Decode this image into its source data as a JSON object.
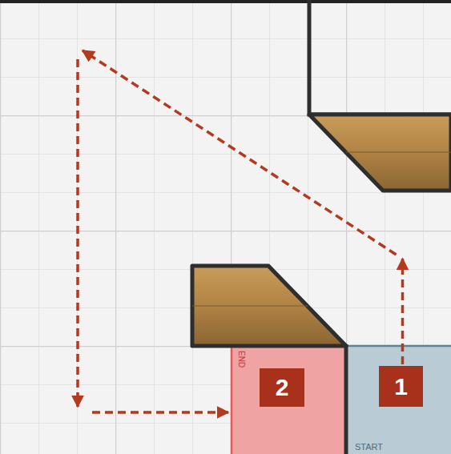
{
  "diagram": {
    "nodes": [
      {
        "text": [
          "START"
        ]
      },
      {
        "text": [
          "1"
        ],
        "in": 0
      },
      {
        "text": [
          "END"
        ]
      },
      {
        "text": [
          "2"
        ],
        "in": 2
      }
    ],
    "edges": [
      {
        "from": 1,
        "to": 2,
        "arrow": "to"
      }
    ]
  }
}
